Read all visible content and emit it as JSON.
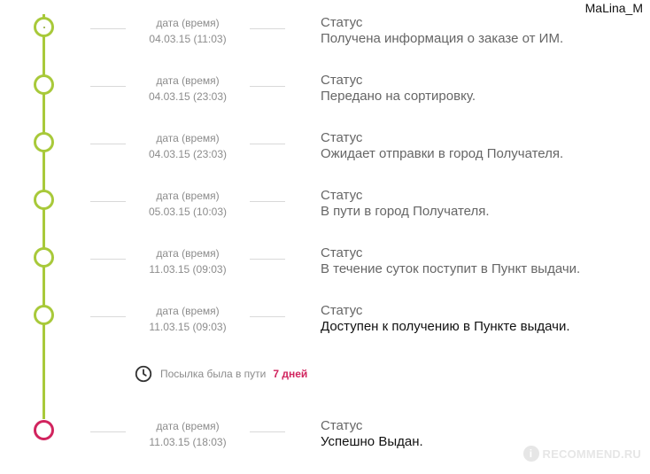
{
  "user": {
    "name": "MaLina_M"
  },
  "events": [
    {
      "date_label": "дата (время)",
      "date_value": "04.03.15 (11:03)",
      "status_label": "Статус",
      "status_text": "Получена информация о заказе от ИМ."
    },
    {
      "date_label": "дата (время)",
      "date_value": "04.03.15 (23:03)",
      "status_label": "Статус",
      "status_text": "Передано на сортировку."
    },
    {
      "date_label": "дата (время)",
      "date_value": "04.03.15 (23:03)",
      "status_label": "Статус",
      "status_text": "Ожидает отправки в город Получателя."
    },
    {
      "date_label": "дата (время)",
      "date_value": "05.03.15 (10:03)",
      "status_label": "Статус",
      "status_text": "В пути в город Получателя."
    },
    {
      "date_label": "дата (время)",
      "date_value": "11.03.15 (09:03)",
      "status_label": "Статус",
      "status_text": "В течение суток поступит в Пункт выдачи."
    },
    {
      "date_label": "дата (время)",
      "date_value": "11.03.15 (09:03)",
      "status_label": "Статус",
      "status_text": "Доступен к получению в Пункте выдачи."
    },
    {
      "date_label": "дата (время)",
      "date_value": "11.03.15 (18:03)",
      "status_label": "Статус",
      "status_text": "Успешно Выдан."
    }
  ],
  "transit": {
    "text": "Посылка была в пути",
    "days": "7 дней",
    "icon": "clock-icon"
  },
  "watermark": {
    "text": "RECOMMEND.RU",
    "mark": "i"
  },
  "colors": {
    "timeline": "#a8c93a",
    "final": "#d1245e",
    "text_muted": "#8c8c8c",
    "text_status": "#666666",
    "text_dark": "#111111"
  }
}
